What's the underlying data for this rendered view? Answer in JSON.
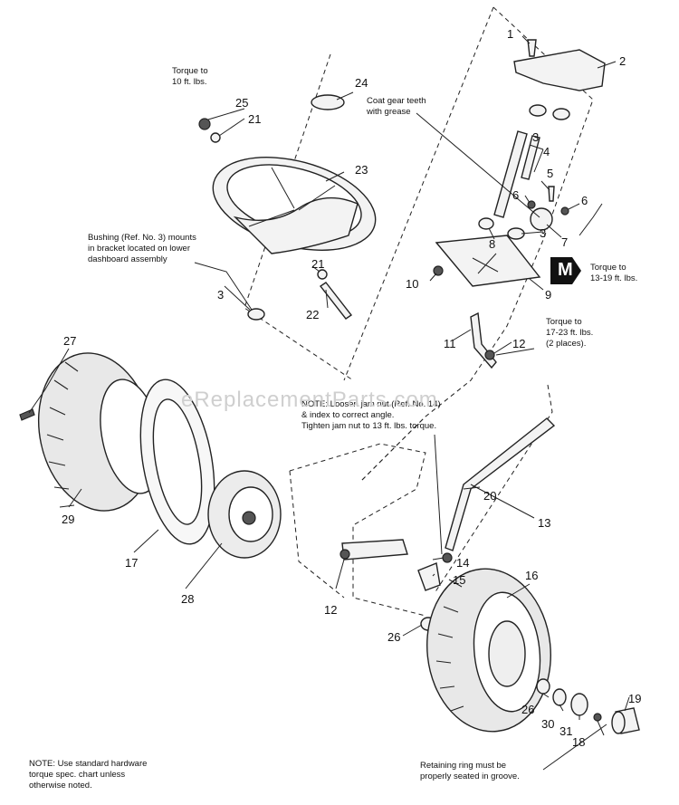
{
  "notes": {
    "torque_10": "Torque to\n10 ft. lbs.",
    "coat_gear": "Coat gear teeth\nwith grease",
    "bushing": "Bushing (Ref. No. 3) mounts\nin bracket located on lower\ndashboard assembly",
    "torque_13_19": "Torque to\n13-19 ft. lbs.",
    "torque_17_23": "Torque to\n17-23 ft. lbs.\n(2 places).",
    "jam_nut": "NOTE: Loosen jam nut (Ref. No. 14)\n& index to correct angle.\nTighten jam nut to 13 ft. lbs. torque.",
    "standard_hw": "NOTE: Use standard hardware\ntorque spec. chart unless\notherwise noted.",
    "retaining_ring": "Retaining ring must be\nproperly seated in groove."
  },
  "watermark": "eReplacementParts.com",
  "badge_letter": "M",
  "callouts": {
    "p1": "1",
    "p2": "2",
    "p3a": "3",
    "p3b": "3",
    "p3c": "3",
    "p4": "4",
    "p5": "5",
    "p6a": "6",
    "p6b": "6",
    "p7": "7",
    "p8": "8",
    "p9": "9",
    "p10": "10",
    "p11": "11",
    "p12a": "12",
    "p12b": "12",
    "p13": "13",
    "p14": "14",
    "p15": "15",
    "p16": "16",
    "p17": "17",
    "p18": "18",
    "p19": "19",
    "p20": "20",
    "p21a": "21",
    "p21b": "21",
    "p22": "22",
    "p23": "23",
    "p24": "24",
    "p25": "25",
    "p26a": "26",
    "p26b": "26",
    "p27": "27",
    "p28": "28",
    "p29": "29",
    "p30": "30",
    "p31": "31"
  }
}
